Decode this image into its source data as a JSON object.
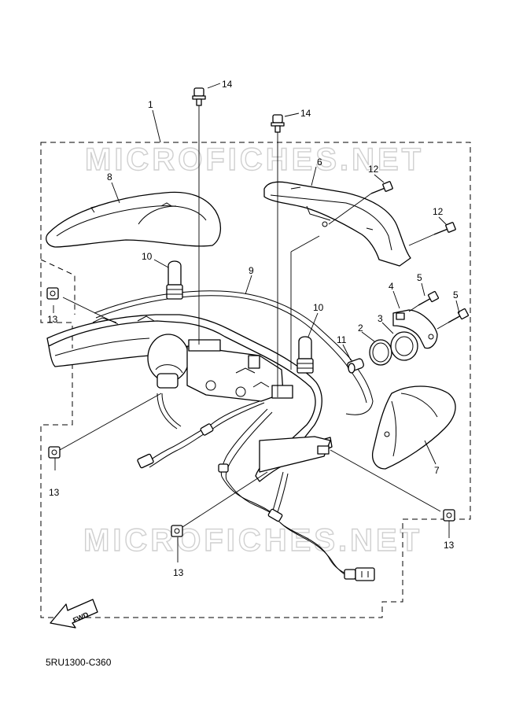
{
  "watermark": {
    "text": "MICROFICHES.NET"
  },
  "diagram_code": "5RU1300-C360",
  "fwd_label": "FWD",
  "callouts": {
    "c1": "1",
    "c2": "2",
    "c3": "3",
    "c4": "4",
    "c5a": "5",
    "c5b": "5",
    "c6": "6",
    "c7": "7",
    "c8": "8",
    "c9": "9",
    "c10a": "10",
    "c10b": "10",
    "c11": "11",
    "c12a": "12",
    "c12b": "12",
    "c13a": "13",
    "c13b": "13",
    "c13c": "13",
    "c13d": "13",
    "c14a": "14",
    "c14b": "14"
  }
}
